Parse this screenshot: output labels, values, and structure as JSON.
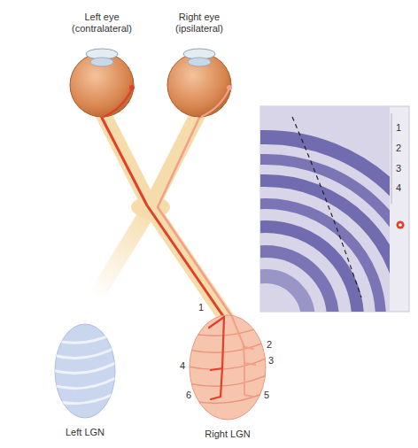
{
  "diagram": {
    "nodes": [
      {
        "text": [
          "Left eye (contralateral)"
        ]
      },
      {
        "text": [
          "Right eye (ipsilateral)"
        ]
      },
      {
        "text": [
          "Left LGN"
        ]
      },
      {
        "text": [
          "Right LGN"
        ]
      }
    ],
    "edges": [
      {
        "from": 0,
        "to": 3,
        "arrow": "none"
      },
      {
        "from": 1,
        "to": 3,
        "arrow": "none"
      }
    ],
    "labels": [
      "1",
      "2",
      "3",
      "4",
      "5",
      "6",
      "1",
      "2",
      "3",
      "4"
    ]
  }
}
